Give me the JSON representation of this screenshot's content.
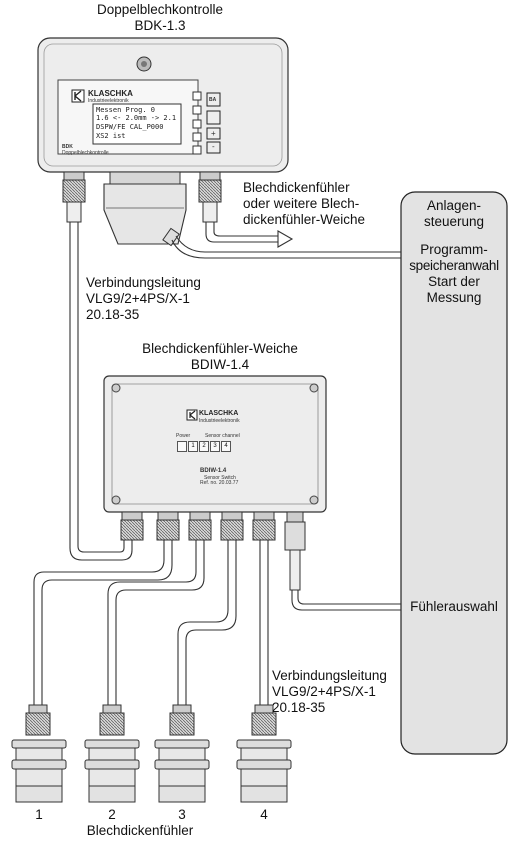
{
  "bdk": {
    "title_line1": "Doppelblechkontrolle",
    "title_line2": "BDK-1.3",
    "brand": "KLASCHKA",
    "brand_sub": "Industrieelektronik",
    "display_lines": [
      "Messen          Prog. 0",
      "1.6  <-  2.0mm  ->  2.1",
      "DSPW/FE    CAL_P000",
      "XS2                    ist"
    ],
    "model_small": "BDK",
    "model_small_sub": "Doppelblechkontrolle",
    "btn_ba": "BA",
    "btn_plus": "+",
    "btn_minus": "-"
  },
  "labels": {
    "sensor_out_1": "Blechdickenfühler",
    "sensor_out_2": "oder weitere Blech-",
    "sensor_out_3": "dickenfühler-Weiche",
    "cable_top_1": "Verbindungsleitung",
    "cable_top_2": "VLG9/2+4PS/X-1",
    "cable_top_3": "20.18-35",
    "cable_bottom_1": "Verbindungsleitung",
    "cable_bottom_2": "VLG9/2+4PS/X-1",
    "cable_bottom_3": "20.18-35",
    "sensors_caption": "Blechdickenfühler"
  },
  "bdiw": {
    "title_line1": "Blechdickenfühler-Weiche",
    "title_line2": "BDIW-1.4",
    "brand": "KLASCHKA",
    "brand_sub": "Industrieelektronik",
    "power": "Power",
    "sensor_channel": "Sensor channel",
    "channels": [
      "1",
      "2",
      "3",
      "4"
    ],
    "model": "BDIW-1.4",
    "model_sub1": "Sensor Switch",
    "model_sub2": "Ref. no. 20.03.77"
  },
  "plant": {
    "line1": "Anlagen-",
    "line2": "steuerung",
    "line3": "Programm-",
    "line4": "speicheranwahl",
    "line5": "Start der",
    "line6": "Messung",
    "line7": "Fühlerauswahl"
  },
  "sensors": [
    "1",
    "2",
    "3",
    "4"
  ]
}
